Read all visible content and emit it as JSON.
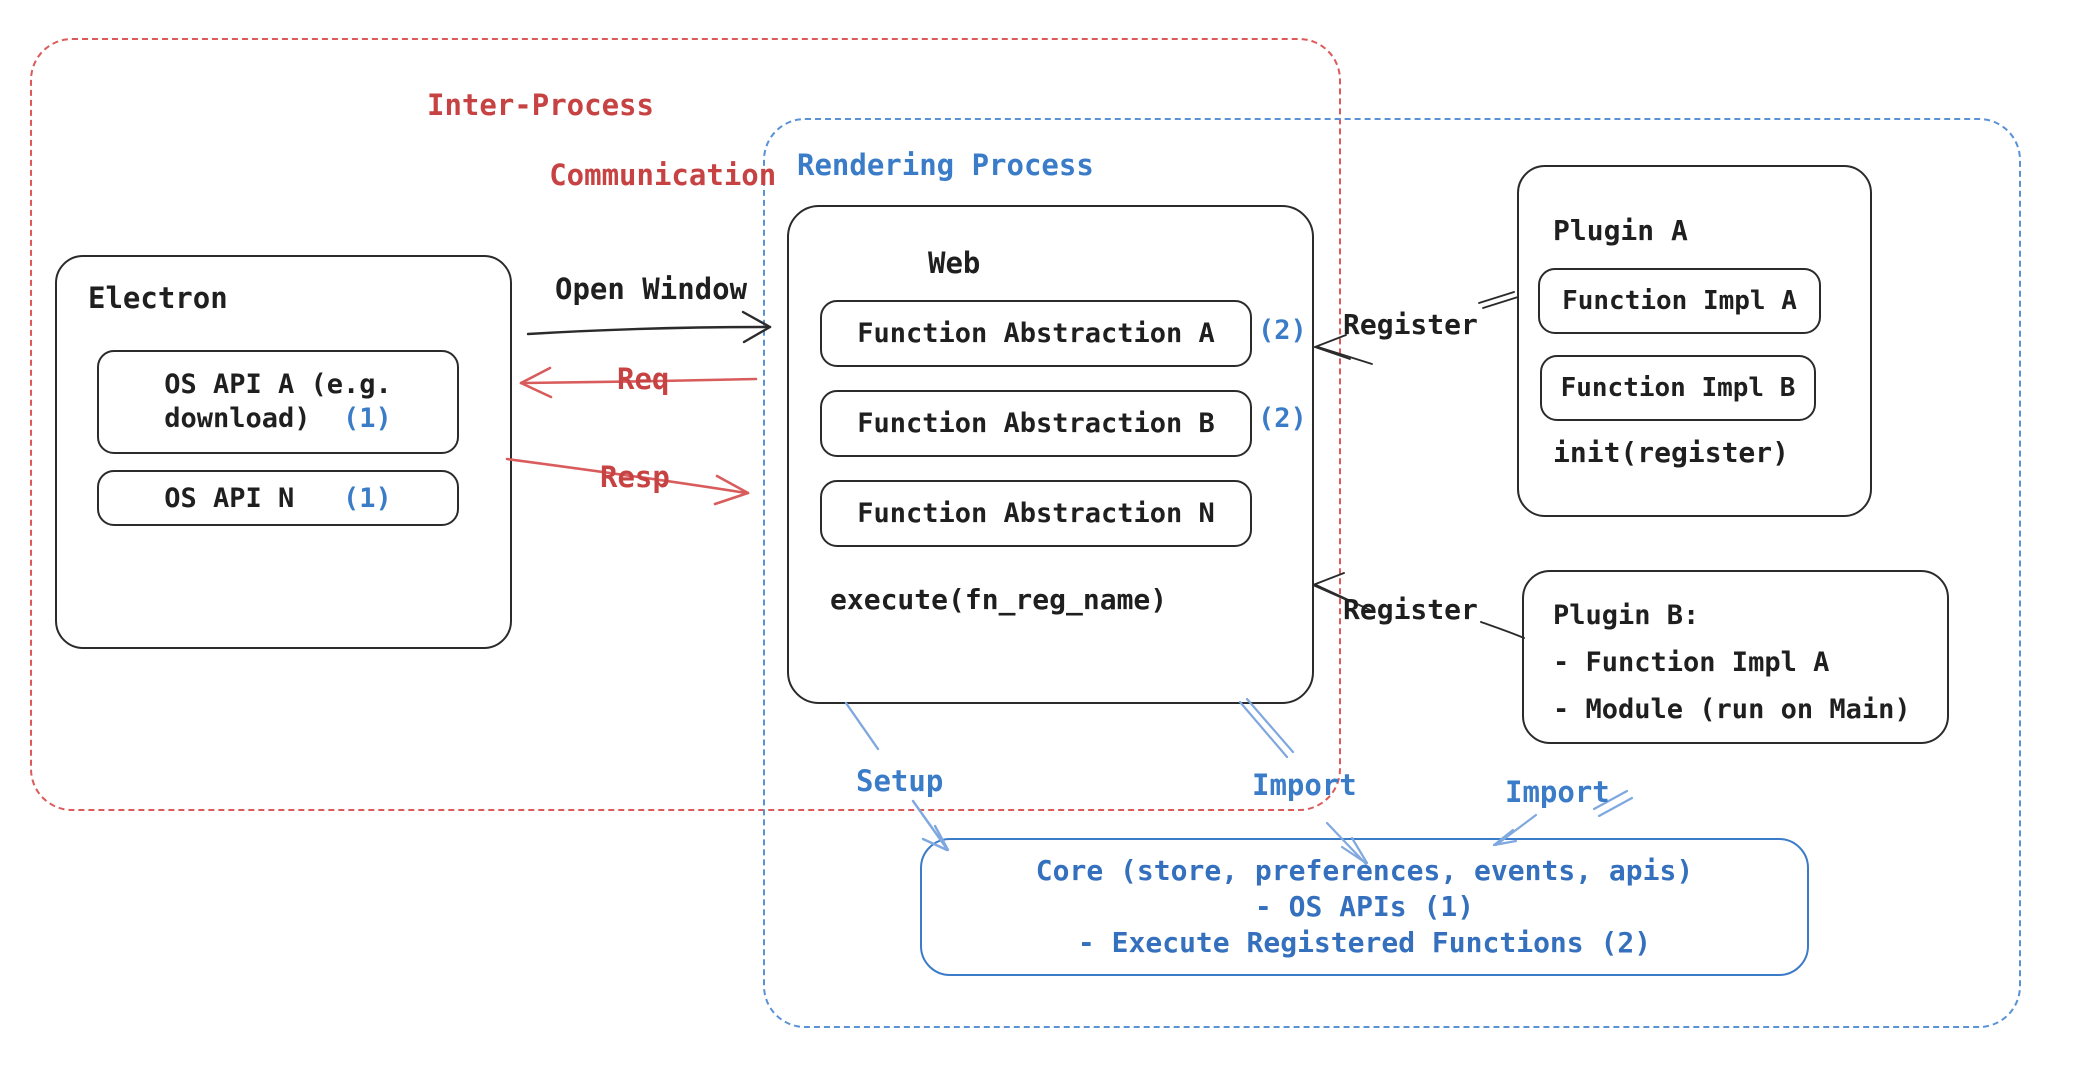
{
  "ipc_group": {
    "title_line1": "Inter-Process",
    "title_line2": "Communication"
  },
  "rendering_group": {
    "title": "Rendering Process"
  },
  "electron": {
    "title": "Electron",
    "api_a_line1": "OS API A (e.g.",
    "api_a_line2": "download)",
    "api_a_note": "(1)",
    "api_n_label": "OS API N",
    "api_n_note": "(1)"
  },
  "web": {
    "title": "Web",
    "abstractions": [
      {
        "label": "Function Abstraction A",
        "note": "(2)"
      },
      {
        "label": "Function Abstraction B",
        "note": "(2)"
      },
      {
        "label": "Function Abstraction N",
        "note": ""
      }
    ],
    "footer": "execute(fn_reg_name)"
  },
  "plugin_a": {
    "title": "Plugin A",
    "impl_a": "Function Impl A",
    "impl_b": "Function Impl B",
    "footer": "init(register)"
  },
  "plugin_b": {
    "line1": "Plugin B:",
    "line2": "- Function Impl A",
    "line3": "- Module (run on Main)"
  },
  "core": {
    "line1": "Core (store, preferences, events, apis)",
    "line2": "- OS APIs (1)",
    "line3": "- Execute Registered Functions (2)"
  },
  "labels": {
    "open_window": "Open Window",
    "req": "Req",
    "resp": "Resp",
    "register_top": "Register",
    "register_bottom": "Register",
    "setup": "Setup",
    "import_mid": "Import",
    "import_right": "Import"
  },
  "colors": {
    "red_text": "#c74242",
    "red_dashed_border": "#dd5a5a",
    "red_arrow": "#d95c5c",
    "blue_text": "#3b7cc9",
    "blue_dashed_border": "#5a92d4",
    "blue_arrow": "#7fa8de",
    "core_text": "#3470bd",
    "black_stroke": "#2b2b2b"
  }
}
